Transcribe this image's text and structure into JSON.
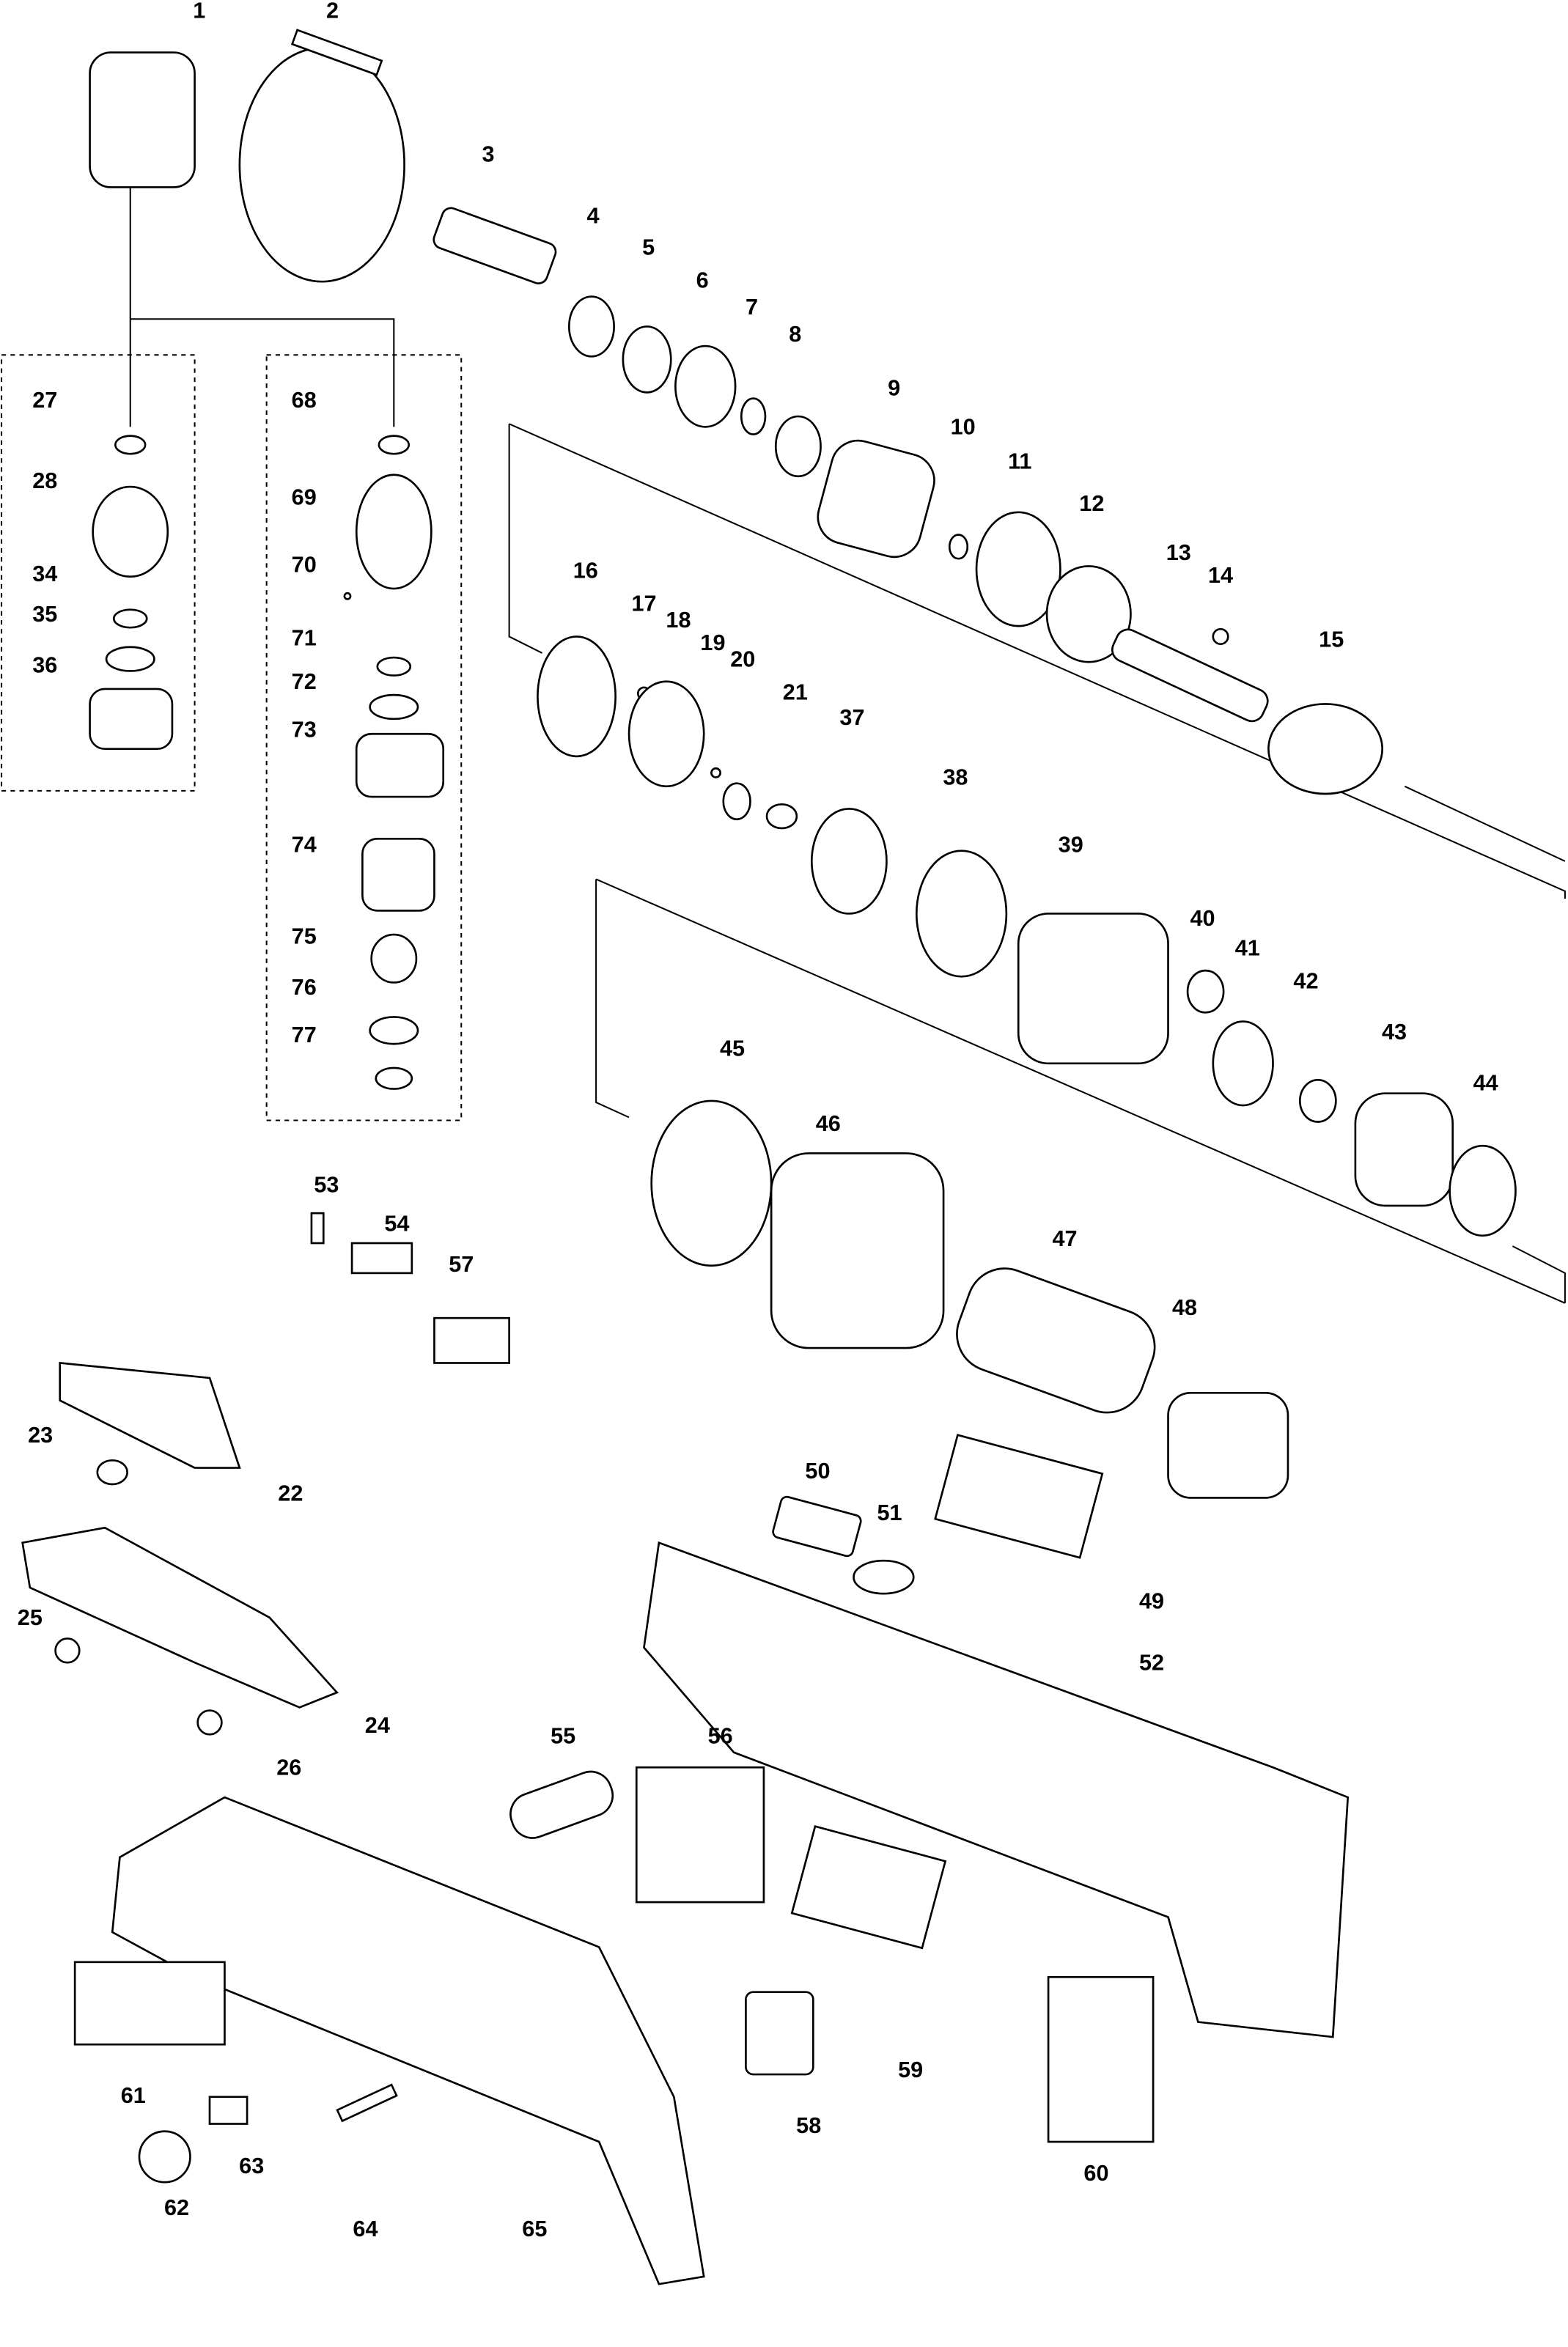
{
  "title": "Exploded parts diagram",
  "parts": [
    "1",
    "2",
    "3",
    "4",
    "5",
    "6",
    "7",
    "8",
    "9",
    "10",
    "11",
    "12",
    "13",
    "14",
    "15",
    "16",
    "17",
    "18",
    "19",
    "20",
    "21",
    "37",
    "38",
    "39",
    "40",
    "41",
    "42",
    "43",
    "44",
    "45",
    "46",
    "47",
    "48",
    "49",
    "50",
    "51",
    "52",
    "53",
    "54",
    "57",
    "22",
    "23",
    "24",
    "25",
    "26",
    "55",
    "56",
    "59",
    "58",
    "60",
    "61",
    "62",
    "63",
    "64",
    "65",
    "27",
    "28",
    "34",
    "35",
    "36",
    "68",
    "69",
    "70",
    "71",
    "72",
    "73",
    "74",
    "75",
    "76",
    "77"
  ]
}
